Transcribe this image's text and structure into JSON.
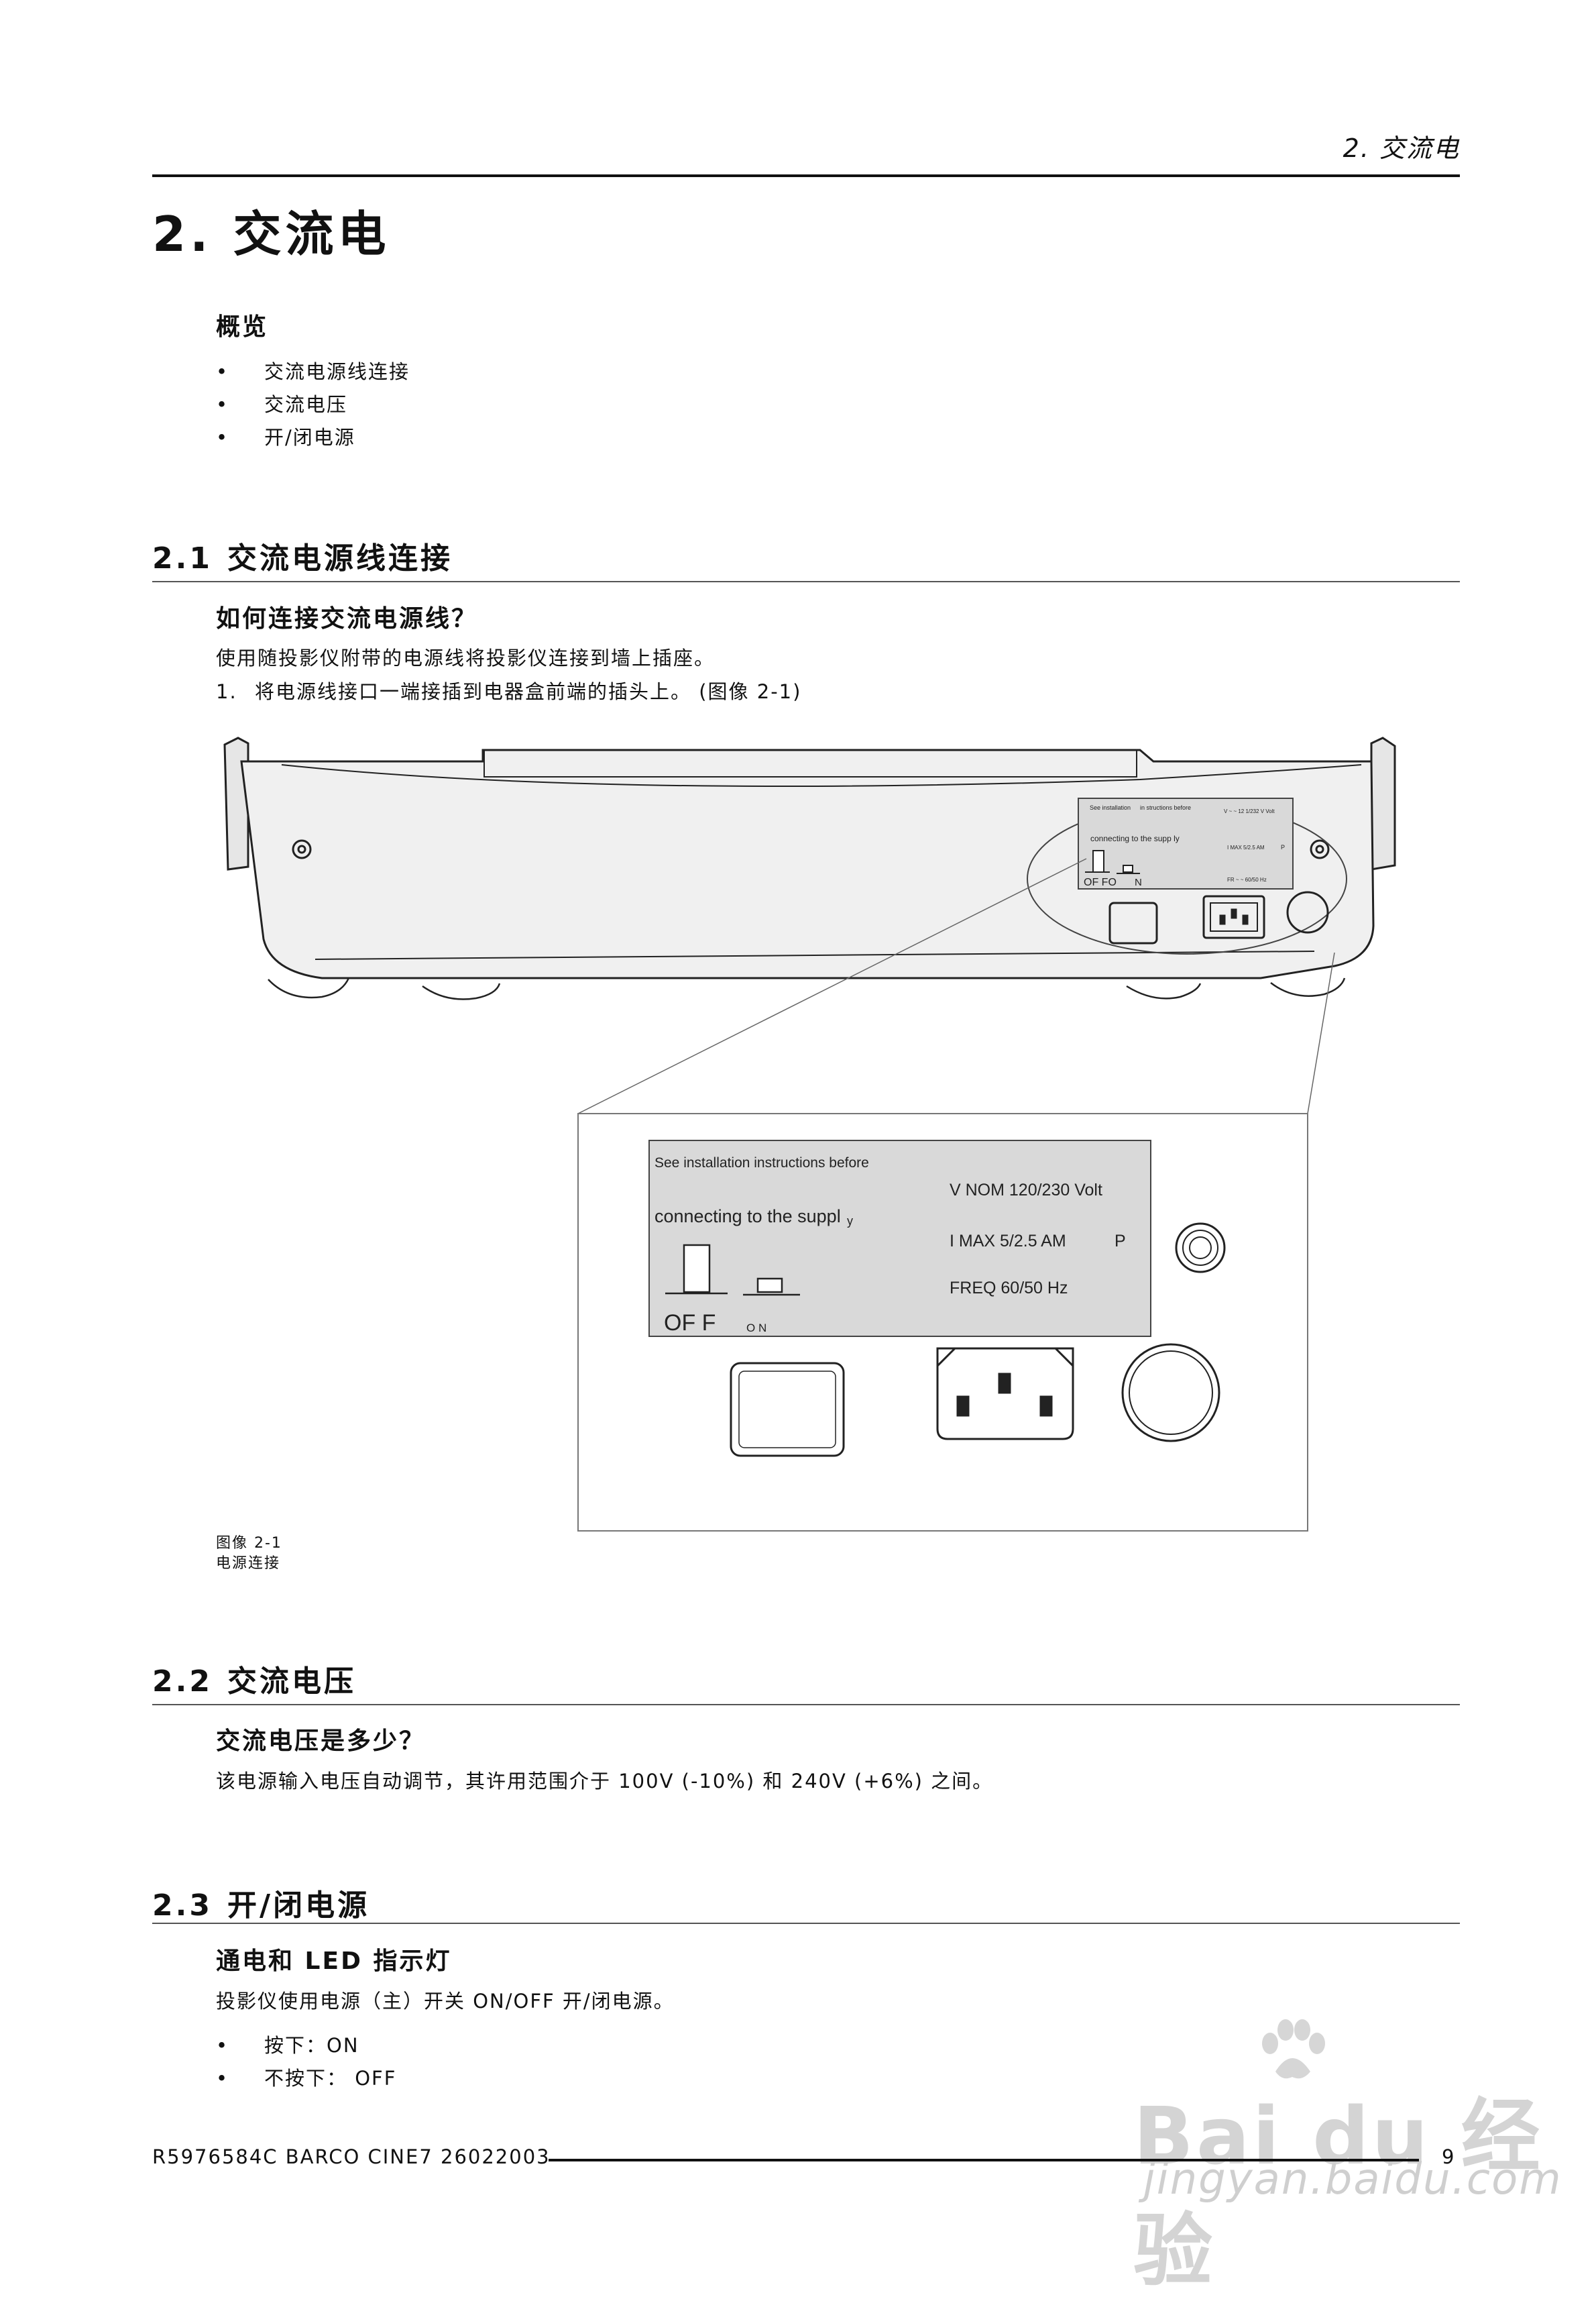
{
  "header": {
    "running_title": "2. 交流电"
  },
  "chapter": {
    "title": "2. 交流电"
  },
  "overview": {
    "heading": "概览",
    "items": [
      "交流电源线连接",
      "交流电压",
      "开/闭电源"
    ]
  },
  "section_2_1": {
    "number": "2.1",
    "title": "交流电源线连接",
    "subheading": "如何连接交流电源线？",
    "intro": "使用随投影仪附带的电源线将投影仪连接到墙上插座。",
    "step_number": "1.",
    "step_text": "将电源线接口一端接插到电器盒前端的插头上。 (图像 2-1)"
  },
  "figure": {
    "small_label": {
      "line1_left": "See installation",
      "line1_right": "in structions before",
      "line1_far": "V ~ ~ 12 1/232 V Volt",
      "line2": "connecting to the supp ly",
      "line3_right": "I MAX  5/2.5 AM",
      "line3_p": "P",
      "line4_right": "FR ~ ~  60/50 Hz",
      "switch_off": "OF FO",
      "switch_on": "N"
    },
    "zoom_label": {
      "line1": "See installation instructions before",
      "line2": "connecting to the suppl",
      "line2_y": "y",
      "vnom": "V NOM  120/230 Volt",
      "imax": "I MAX    5/2.5 AM",
      "p": "P",
      "freq": "FREQ    60/50 Hz",
      "off": "OF F",
      "on": "O     N"
    },
    "caption_number": "图像 2-1",
    "caption_title": "电源连接"
  },
  "section_2_2": {
    "number": "2.2",
    "title": "交流电压",
    "subheading": "交流电压是多少？",
    "text": "该电源输入电压自动调节，其许用范围介于 100V (-10%) 和 240V (+6%) 之间。"
  },
  "section_2_3": {
    "number": "2.3",
    "title": "开/闭电源",
    "subheading": "通电和 LED 指示灯",
    "text": "投影仪使用电源（主）开关 ON/OFF 开/闭电源。",
    "items": [
      "按下：ON",
      "不按下： OFF"
    ]
  },
  "footer": {
    "doc_id": "R5976584C  BARCO CINE7  26022003",
    "page": "9"
  },
  "watermark": {
    "brand": "Bai du 经验",
    "url": "jingyan.baidu.com"
  }
}
